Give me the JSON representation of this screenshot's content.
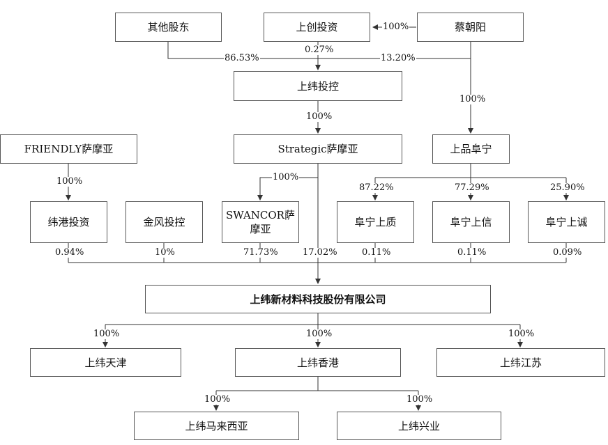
{
  "entities": {
    "other_shareholders": "其他股东",
    "shangchuang": "上创投资",
    "cai_chaoyang": "蔡朝阳",
    "shangwei_holding": "上纬投控",
    "shangpin_funing": "上品阜宁",
    "friendly": "FRIENDLY萨摩亚",
    "strategic": "Strategic萨摩亚",
    "weigang": "纬港投资",
    "jinfeng": "金风投控",
    "swancor": "SWANCOR萨摩亚",
    "funing_shangzhi": "阜宁上质",
    "funing_shangxin": "阜宁上信",
    "funing_shangcheng": "阜宁上诚",
    "company": "上纬新材料科技股份有限公司",
    "tianjin": "上纬天津",
    "hongkong": "上纬香港",
    "jiangsu": "上纬江苏",
    "malaysia": "上纬马来西亚",
    "xingye": "上纬兴业"
  },
  "percentages": {
    "cai_to_shangchuang": "100%",
    "other_to_holding": "86.53%",
    "shangchuang_to_holding": "0.27%",
    "cai_to_holding": "13.20%",
    "cai_to_shangpin": "100%",
    "holding_to_strategic": "100%",
    "friendly_to_weigang": "100%",
    "strategic_to_swancor": "100%",
    "shangpin_to_shangzhi": "87.22%",
    "shangpin_to_shangxin": "77.29%",
    "shangpin_to_shangcheng": "25.90%",
    "weigang_to_company": "0.94%",
    "jinfeng_to_company": "10%",
    "swancor_to_company": "71.73%",
    "strategic_to_company": "17.02%",
    "shangzhi_to_company": "0.11%",
    "shangxin_to_company": "0.11%",
    "shangcheng_to_company": "0.09%",
    "company_to_tianjin": "100%",
    "company_to_hongkong": "100%",
    "company_to_jiangsu": "100%",
    "hongkong_to_malaysia": "100%",
    "hongkong_to_xingye": "100%"
  }
}
